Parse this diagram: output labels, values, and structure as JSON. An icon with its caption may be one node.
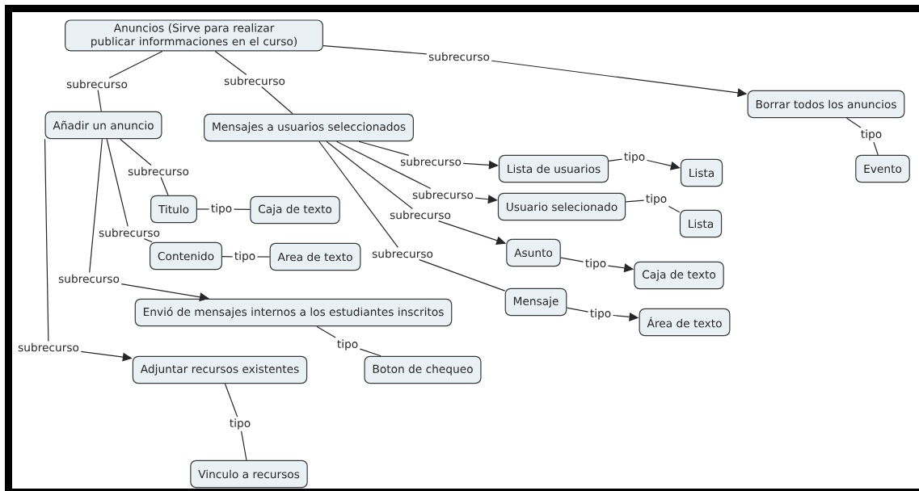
{
  "diagram": {
    "nodes": [
      {
        "text": [
          "Anuncios (Sirve para realizar publicar informmaciones en el curso)"
        ]
      },
      {
        "text": [
          "Añadir un anuncio"
        ]
      },
      {
        "text": [
          "Mensajes a usuarios seleccionados"
        ]
      },
      {
        "text": [
          "Borrar todos los anuncios"
        ]
      },
      {
        "text": [
          "Evento"
        ]
      },
      {
        "text": [
          "Titulo"
        ]
      },
      {
        "text": [
          "Caja de texto"
        ]
      },
      {
        "text": [
          "Contenido"
        ]
      },
      {
        "text": [
          "Area de texto"
        ]
      },
      {
        "text": [
          "Envió de mensajes internos a los estudiantes inscritos"
        ]
      },
      {
        "text": [
          "Adjuntar recursos existentes"
        ]
      },
      {
        "text": [
          "Boton de chequeo"
        ]
      },
      {
        "text": [
          "Vinculo a recursos"
        ]
      },
      {
        "text": [
          "Lista de usuarios"
        ]
      },
      {
        "text": [
          "Lista"
        ]
      },
      {
        "text": [
          "Usuario selecionado"
        ]
      },
      {
        "text": [
          "Lista"
        ]
      },
      {
        "text": [
          "Asunto"
        ]
      },
      {
        "text": [
          "Caja de texto"
        ]
      },
      {
        "text": [
          "Mensaje"
        ]
      },
      {
        "text": [
          "Área de texto"
        ]
      }
    ],
    "edges": [
      {
        "from": 0,
        "to": 1,
        "arrow": "none",
        "label": "subrecurso"
      },
      {
        "from": 0,
        "to": 2,
        "arrow": "none",
        "label": "subrecurso"
      },
      {
        "from": 0,
        "to": 3,
        "arrow": "to",
        "label": "subrecurso"
      },
      {
        "from": 1,
        "to": 5,
        "arrow": "none",
        "label": "subrecurso"
      },
      {
        "from": 1,
        "to": 7,
        "arrow": "none",
        "label": "subrecurso"
      },
      {
        "from": 1,
        "to": 9,
        "arrow": "to",
        "label": "subrecurso"
      },
      {
        "from": 1,
        "to": 10,
        "arrow": "to",
        "label": "subrecurso"
      },
      {
        "from": 5,
        "to": 6,
        "arrow": "none",
        "label": "tipo"
      },
      {
        "from": 7,
        "to": 8,
        "arrow": "none",
        "label": "tipo"
      },
      {
        "from": 9,
        "to": 11,
        "arrow": "none",
        "label": "tipo"
      },
      {
        "from": 10,
        "to": 12,
        "arrow": "none",
        "label": "tipo"
      },
      {
        "from": 2,
        "to": 13,
        "arrow": "to",
        "label": "subrecurso"
      },
      {
        "from": 2,
        "to": 15,
        "arrow": "to",
        "label": "subrecurso"
      },
      {
        "from": 2,
        "to": 17,
        "arrow": "to",
        "label": "subrecurso"
      },
      {
        "from": 2,
        "to": 19,
        "arrow": "none",
        "label": "subrecurso"
      },
      {
        "from": 13,
        "to": 14,
        "arrow": "to",
        "label": "tipo"
      },
      {
        "from": 15,
        "to": 16,
        "arrow": "none",
        "label": "tipo"
      },
      {
        "from": 17,
        "to": 18,
        "arrow": "to",
        "label": "tipo"
      },
      {
        "from": 19,
        "to": 20,
        "arrow": "to",
        "label": "tipo"
      },
      {
        "from": 3,
        "to": 4,
        "arrow": "none",
        "label": "tipo"
      }
    ]
  }
}
